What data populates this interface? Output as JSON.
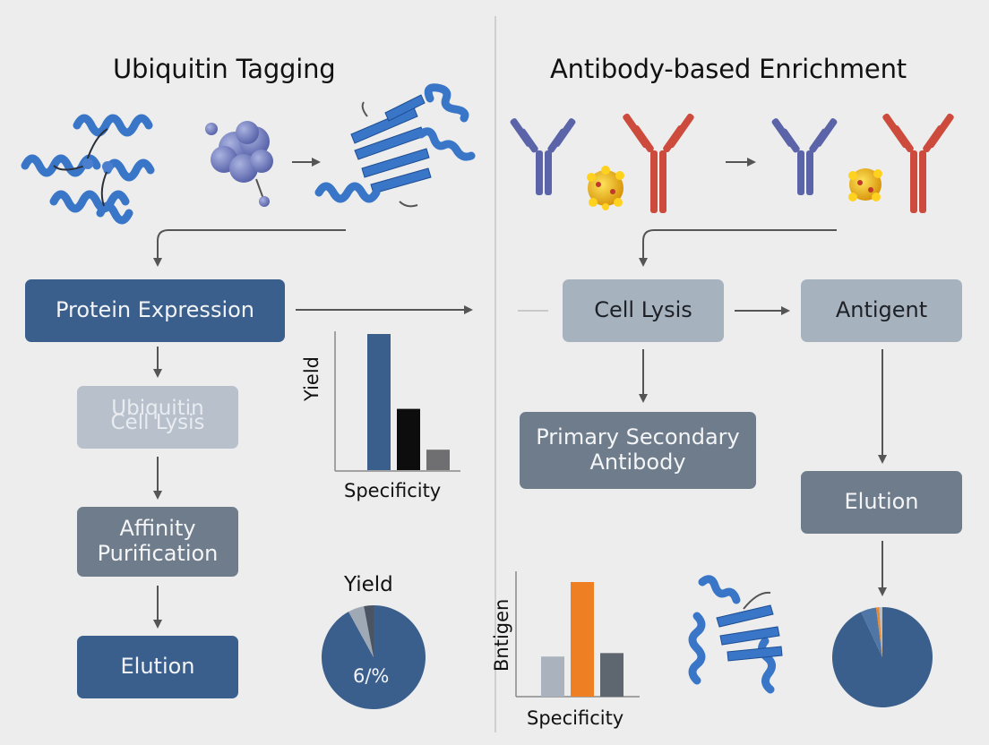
{
  "left_panel": {
    "title": "Ubiquitin Tagging",
    "steps": {
      "protein_expression": "Protein Expression",
      "ubiquitin_overlap_a": "Ubiquitin",
      "ubiquitin_overlap_b": "Cell Lysis",
      "affinity_line1": "Affinity",
      "affinity_line2": "Purification",
      "elution": "Elution"
    },
    "bar_chart": {
      "ylabel": "Yield",
      "xlabel": "Specificity"
    },
    "pie_chart": {
      "title": "Yield",
      "label": "6/%"
    }
  },
  "right_panel": {
    "title": "Antibody-based Enrichment",
    "steps": {
      "cell_lysis": "Cell Lysis",
      "antigent": "Antigent",
      "primary_line1": "Primary Secondary",
      "primary_line2": "Antibody",
      "elution": "Elution"
    },
    "bar_chart": {
      "ylabel": "Bntigen",
      "xlabel": "Specificity"
    }
  },
  "chart_data": [
    {
      "type": "bar",
      "categories": [
        "",
        "",
        ""
      ],
      "values": [
        100,
        45,
        15
      ],
      "colors": [
        "#3b5f8c",
        "#0d0d0d",
        "#6f6f72"
      ],
      "title": "",
      "xlabel": "Specificity",
      "ylabel": "Yield"
    },
    {
      "type": "pie",
      "values": [
        92,
        5,
        3
      ],
      "colors": [
        "#3b5f8c",
        "#9fa9b6",
        "#4a5463"
      ],
      "title": "Yield",
      "annotation": "6/%"
    },
    {
      "type": "bar",
      "categories": [
        "",
        "",
        ""
      ],
      "values": [
        35,
        100,
        38
      ],
      "colors": [
        "#a9b2bd",
        "#ee7f22",
        "#5e6670"
      ],
      "title": "",
      "xlabel": "Specificity",
      "ylabel": "Bntigen"
    },
    {
      "type": "pie",
      "values": [
        93,
        5,
        1,
        1
      ],
      "colors": [
        "#3b5f8c",
        "#4e77a8",
        "#e78a2f",
        "#b8c0ca"
      ],
      "title": ""
    }
  ]
}
